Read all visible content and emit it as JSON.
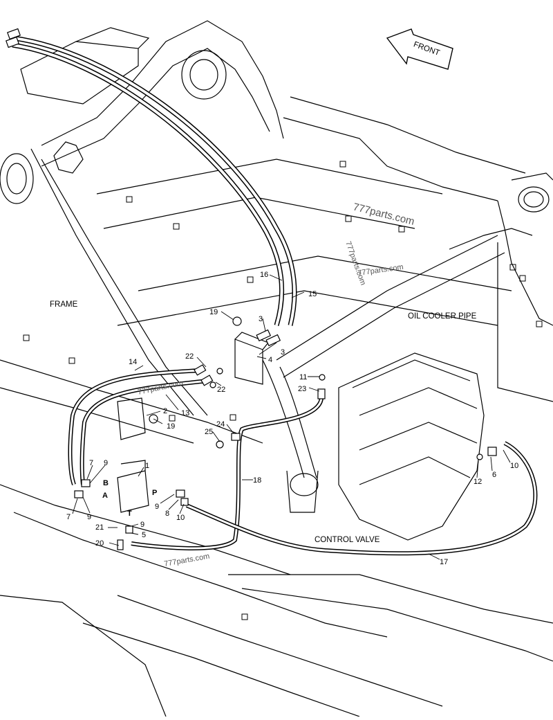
{
  "labels": {
    "front": "FRONT",
    "frame": "FRAME",
    "oil_cooler_pipe": "OIL COOLER PIPE",
    "control_valve": "CONTROL VALVE",
    "port_a": "A",
    "port_b": "B",
    "port_p": "P",
    "port_t": "T"
  },
  "watermarks": [
    "777parts.com",
    "777parts.com",
    "777parts.com",
    "777parts.com",
    "777parts.com"
  ],
  "callouts": [
    {
      "id": "c1",
      "text": "1"
    },
    {
      "id": "c2",
      "text": "2"
    },
    {
      "id": "c3a",
      "text": "3"
    },
    {
      "id": "c3b",
      "text": "3"
    },
    {
      "id": "c4",
      "text": "4"
    },
    {
      "id": "c5",
      "text": "5"
    },
    {
      "id": "c6",
      "text": "6"
    },
    {
      "id": "c7a",
      "text": "7"
    },
    {
      "id": "c7b",
      "text": "7"
    },
    {
      "id": "c8",
      "text": "8"
    },
    {
      "id": "c9a",
      "text": "9"
    },
    {
      "id": "c9b",
      "text": "9"
    },
    {
      "id": "c9c",
      "text": "9"
    },
    {
      "id": "c9d",
      "text": "9"
    },
    {
      "id": "c10a",
      "text": "10"
    },
    {
      "id": "c10b",
      "text": "10"
    },
    {
      "id": "c11",
      "text": "11"
    },
    {
      "id": "c12",
      "text": "12"
    },
    {
      "id": "c13",
      "text": "13"
    },
    {
      "id": "c14",
      "text": "14"
    },
    {
      "id": "c15",
      "text": "15"
    },
    {
      "id": "c16",
      "text": "16"
    },
    {
      "id": "c17",
      "text": "17"
    },
    {
      "id": "c18",
      "text": "18"
    },
    {
      "id": "c19a",
      "text": "19"
    },
    {
      "id": "c19b",
      "text": "19"
    },
    {
      "id": "c20",
      "text": "20"
    },
    {
      "id": "c21",
      "text": "21"
    },
    {
      "id": "c22a",
      "text": "22"
    },
    {
      "id": "c22b",
      "text": "22"
    },
    {
      "id": "c23",
      "text": "23"
    },
    {
      "id": "c24",
      "text": "24"
    },
    {
      "id": "c25",
      "text": "25"
    }
  ]
}
